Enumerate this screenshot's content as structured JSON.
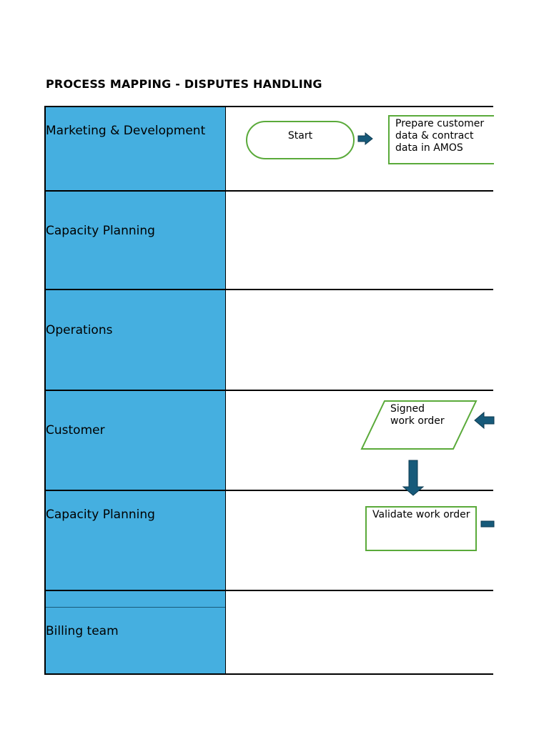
{
  "title": "PROCESS MAPPING - DISPUTES HANDLING",
  "lanes": [
    {
      "label": "Marketing & Development"
    },
    {
      "label": "Capacity Planning"
    },
    {
      "label": "Operations"
    },
    {
      "label": "Customer"
    },
    {
      "label": "Capacity Planning"
    },
    {
      "label": "Billing team"
    }
  ],
  "shapes": {
    "start": "Start",
    "prepare_line1": "Prepare customer",
    "prepare_line2": "data & contract",
    "prepare_line3": "data in AMOS",
    "signed_line1": "Signed",
    "signed_line2": "work order",
    "validate": "Validate work order"
  },
  "colors": {
    "lane_fill": "#45afe0",
    "shape_stroke": "#5aaa3a",
    "arrow_fill": "#175a7a"
  }
}
